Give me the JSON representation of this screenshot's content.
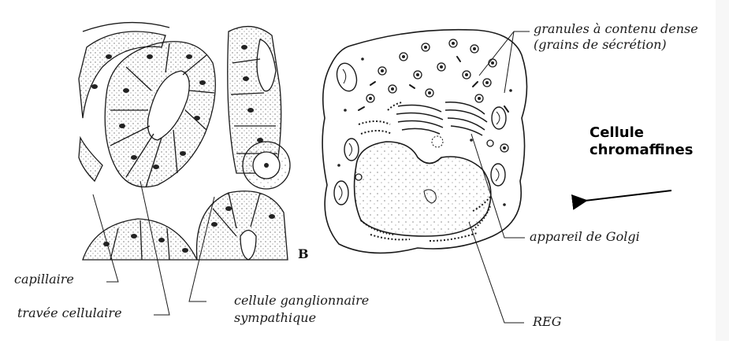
{
  "labels": {
    "granules_line1": "granules à contenu dense",
    "granules_line2": "(grains de sécrétion)",
    "golgi": "appareil de Golgi",
    "reg": "REG",
    "capillaire": "capillaire",
    "travee": "travée cellulaire",
    "ganglion_line1": "cellule ganglionnaire",
    "ganglion_line2": "sympathique",
    "panel_letter": "B"
  },
  "title": {
    "line1": "Cellule",
    "line2": "chromaffines"
  },
  "colors": {
    "ink": "#1a1a1a",
    "paper": "#ffffff",
    "arrow": "#000000"
  }
}
